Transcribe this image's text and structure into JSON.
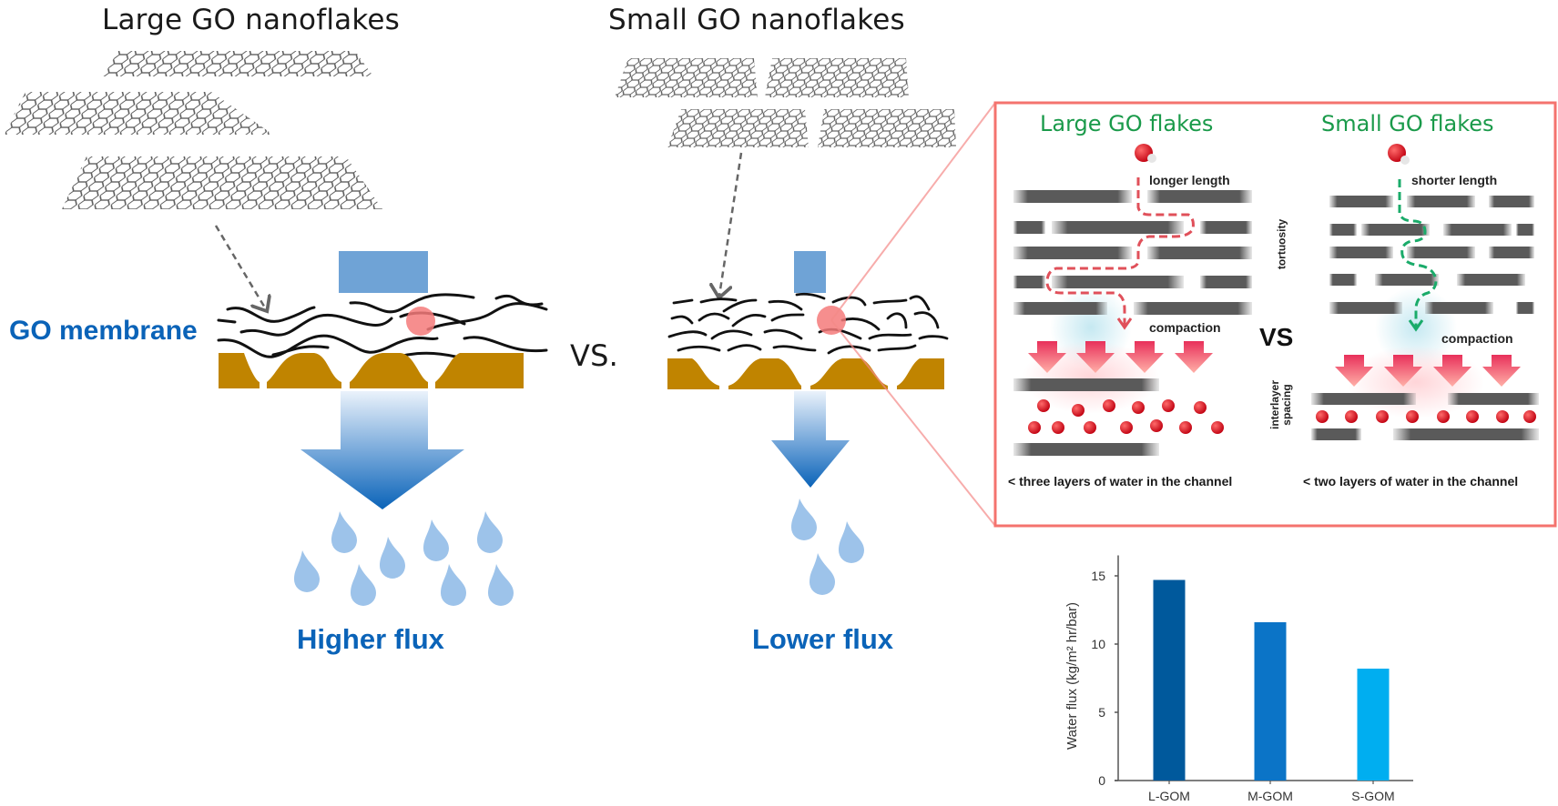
{
  "left_panel": {
    "title": "Large GO nanoflakes",
    "membrane_label": "GO membrane",
    "flux_label": "Higher flux"
  },
  "comparison_label": "VS.",
  "middle_panel": {
    "title": "Small GO nanoflakes",
    "flux_label": "Lower flux"
  },
  "inset": {
    "left_title": "Large GO flakes",
    "right_title": "Small GO flakes",
    "left_path_label": "longer length",
    "right_path_label": "shorter length",
    "tortuosity_label": "tortuosity",
    "vs_label": "VS",
    "interlayer_label_1": "interlayer",
    "interlayer_label_2": "spacing",
    "left_compaction_label": "compaction",
    "right_compaction_label": "compaction",
    "left_caption": "< three layers of water in the channel",
    "right_caption": "< two layers of water in the channel",
    "border_color": "#f4736e",
    "left_path_color": "#e0505a",
    "right_path_color": "#1aab6a"
  },
  "colors": {
    "membrane_support": "#c08400",
    "flow_blue": "#0a63b8",
    "pressure_block": "#6fa3d6",
    "drop": "#9dc3ea",
    "highlight": "#f47a7a"
  },
  "chart_data": {
    "type": "bar",
    "title": "",
    "xlabel": "",
    "ylabel": "Water flux (kg/m² hr/bar)",
    "categories": [
      "L-GOM",
      "M-GOM",
      "S-GOM"
    ],
    "values": [
      14.7,
      11.6,
      8.2
    ],
    "colors": [
      "#00599c",
      "#0b74c7",
      "#00aef0"
    ],
    "ylim": [
      0,
      16.5
    ],
    "yticks": [
      0,
      5,
      10,
      15
    ],
    "ytick_labels": [
      "0",
      "5",
      "10",
      "15"
    ],
    "grid": false,
    "legend": "none"
  }
}
